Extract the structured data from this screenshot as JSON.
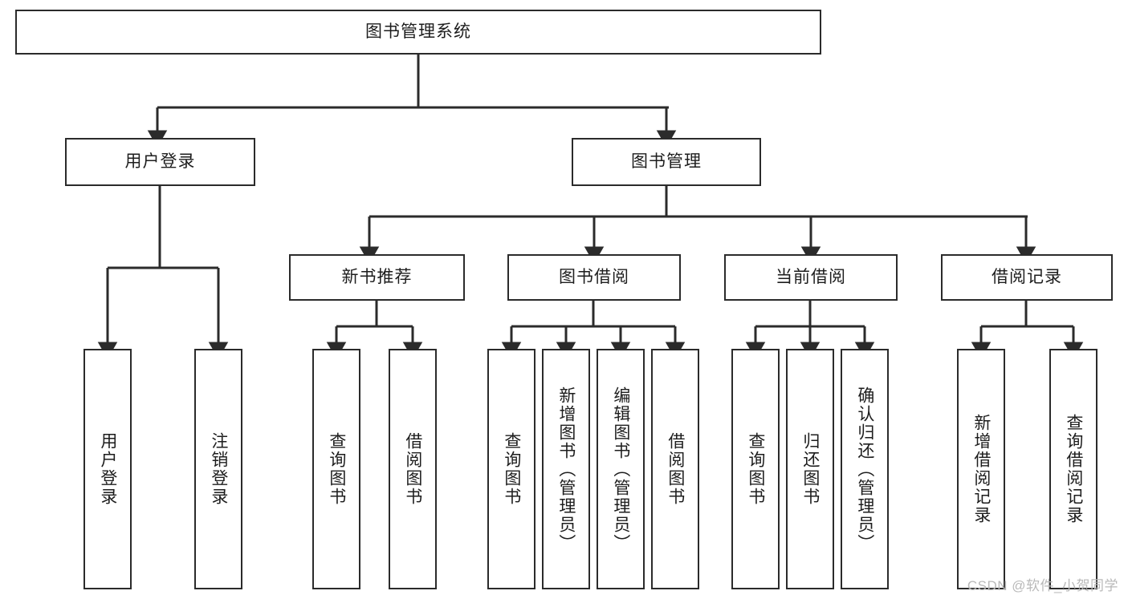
{
  "diagram": {
    "type": "tree-hierarchy",
    "title": "图书管理系统",
    "watermark": "CSDN @软件_小贺同学",
    "colors": {
      "box_border": "#2b2b2b",
      "box_fill": "#ffffff",
      "connector": "#2b2b2b",
      "text": "#1d1d1d",
      "watermark": "#b9b9b9",
      "background": "#ffffff"
    },
    "nodes": {
      "root": {
        "label": "图书管理系统",
        "level": 0
      },
      "level1": [
        {
          "id": "user-login",
          "label": "用户登录"
        },
        {
          "id": "book-management",
          "label": "图书管理"
        }
      ],
      "level2": [
        {
          "id": "new-book-recommend",
          "label": "新书推荐",
          "parent": "book-management"
        },
        {
          "id": "book-borrow",
          "label": "图书借阅",
          "parent": "book-management"
        },
        {
          "id": "current-borrow",
          "label": "当前借阅",
          "parent": "book-management"
        },
        {
          "id": "borrow-record",
          "label": "借阅记录",
          "parent": "book-management"
        }
      ],
      "leaves": [
        {
          "id": "leaf-user-login",
          "label": "用户登录",
          "parent": "user-login"
        },
        {
          "id": "leaf-logout-login",
          "label": "注销登录",
          "parent": "user-login"
        },
        {
          "id": "leaf-query-book-1",
          "label": "查询图书",
          "parent": "new-book-recommend"
        },
        {
          "id": "leaf-borrow-book-1",
          "label": "借阅图书",
          "parent": "new-book-recommend"
        },
        {
          "id": "leaf-query-book-2",
          "label": "查询图书",
          "parent": "book-borrow"
        },
        {
          "id": "leaf-add-book",
          "label": "新增图书（管理员）",
          "parent": "book-borrow"
        },
        {
          "id": "leaf-edit-book",
          "label": "编辑图书（管理员）",
          "parent": "book-borrow"
        },
        {
          "id": "leaf-borrow-book-2",
          "label": "借阅图书",
          "parent": "book-borrow"
        },
        {
          "id": "leaf-query-book-3",
          "label": "查询图书",
          "parent": "current-borrow"
        },
        {
          "id": "leaf-return-book",
          "label": "归还图书",
          "parent": "current-borrow"
        },
        {
          "id": "leaf-confirm-return",
          "label": "确认归还（管理员）",
          "parent": "current-borrow"
        },
        {
          "id": "leaf-add-record",
          "label": "新增借阅记录",
          "parent": "borrow-record"
        },
        {
          "id": "leaf-query-record",
          "label": "查询借阅记录",
          "parent": "borrow-record"
        }
      ]
    }
  }
}
